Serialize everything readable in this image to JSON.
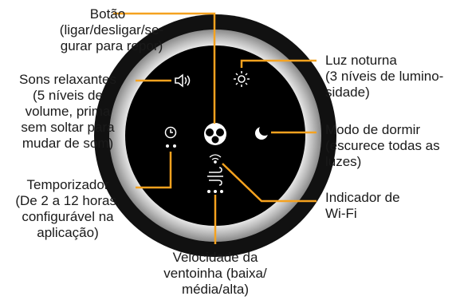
{
  "callouts": {
    "button": [
      "Botão",
      "(ligar/desligar/se-",
      "gurar para repor)"
    ],
    "relaxing_sounds": [
      "Sons relaxantes",
      "(5 níveis de",
      "volume, prima",
      "sem soltar para",
      "mudar de som)"
    ],
    "timer": [
      "Temporizador",
      "(De 2 a 12 horas,",
      "configurável na",
      "aplicação)"
    ],
    "fan_speed": [
      "Velocidade da",
      "ventoinha (baixa/",
      "média/alta)"
    ],
    "night_light": [
      "Luz noturna",
      "(3 níveis de lumino-",
      "sidade)"
    ],
    "sleep_mode": [
      "Modo de dormir",
      "(escurece todas as",
      "luzes)"
    ],
    "wifi_indicator": [
      "Indicador de",
      "Wi-Fi"
    ]
  },
  "colors": {
    "accent": "#f5a21f",
    "outer_ring": "#111111",
    "panel": "#000000",
    "icon": "#ffffff"
  },
  "icons": [
    "power-logo-icon",
    "speaker-icon",
    "sun-icon",
    "moon-icon",
    "clock-icon",
    "wind-icon",
    "wifi-icon",
    "dots-icon"
  ]
}
